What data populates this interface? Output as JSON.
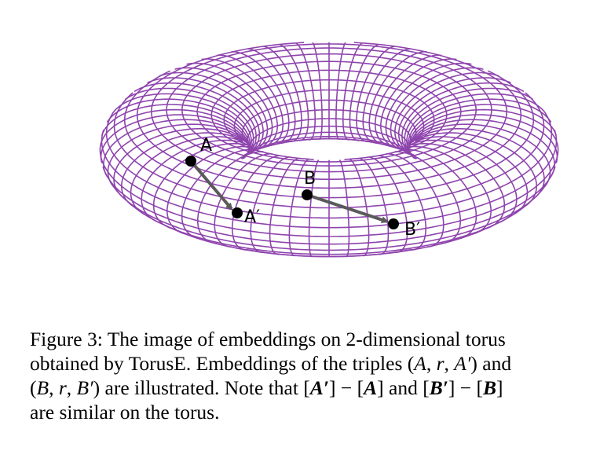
{
  "colors": {
    "torus_mesh": "#8e44ad",
    "arrow": "#5a5a5a",
    "point": "#000000",
    "background": "#ffffff"
  },
  "figure": {
    "points": {
      "a": "A",
      "a_prime": "A′",
      "b": "B",
      "b_prime": "B′"
    }
  },
  "caption": {
    "line1": "Figure 3: The image of embeddings on 2-dimensional torus",
    "line2_a": "obtained by TorusE. Embeddings of the triples (",
    "line2_b": "A",
    "line2_c": ", ",
    "line2_d": "r",
    "line2_e": ", ",
    "line2_f": "A′",
    "line2_g": ") and",
    "line3_a": "(",
    "line3_b": "B",
    "line3_c": ", ",
    "line3_d": "r",
    "line3_e": ", ",
    "line3_f": "B′",
    "line3_g": ") are illustrated. Note that [",
    "line3_h": "A′",
    "line3_i": "] − [",
    "line3_j": "A",
    "line3_k": "] and [",
    "line3_l": "B′",
    "line3_m": "] − [",
    "line3_n": "B",
    "line3_o": "]",
    "line4": "are similar on the torus."
  }
}
